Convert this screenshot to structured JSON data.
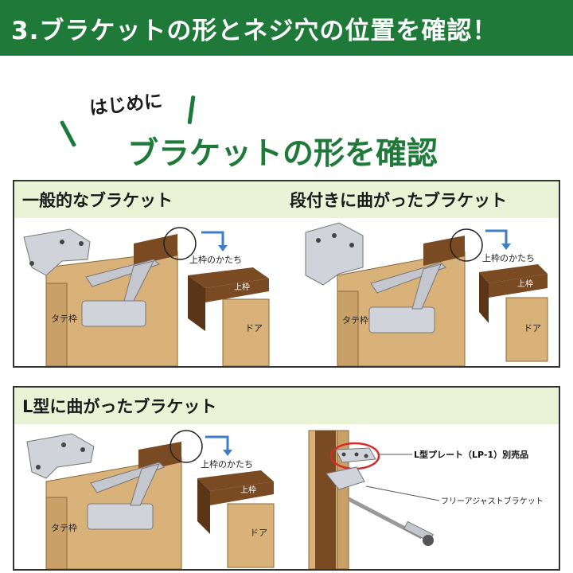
{
  "banner": {
    "title": "3.ブラケットの形とネジ穴の位置を確認！"
  },
  "intro": {
    "subtitle": "はじめに",
    "heading": "ブラケットの形を確認"
  },
  "panels": [
    {
      "left_title": "一般的なブラケット",
      "right_title": "段付きに曲がったブラケット",
      "labels": {
        "frame_shape": "上枠のかたち",
        "upper_frame": "上枠",
        "door": "ドア",
        "vertical_frame": "タテ枠"
      }
    },
    {
      "title": "L型に曲がったブラケット",
      "labels": {
        "frame_shape": "上枠のかたち",
        "upper_frame": "上枠",
        "door": "ドア",
        "vertical_frame": "タテ枠",
        "lp_plate": "L型プレート（LP-1）別売品",
        "free_adjust": "フリーアジャストブラケット"
      }
    }
  ],
  "colors": {
    "banner_green": "#1f7a3a",
    "panel_header": "#eaf3d6",
    "wood": "#d9b27a",
    "dark_wood": "#7a4a22",
    "metal": "#d0d4da",
    "arrow_blue": "#3d7fc6",
    "highlight_red": "#d42a2a"
  }
}
